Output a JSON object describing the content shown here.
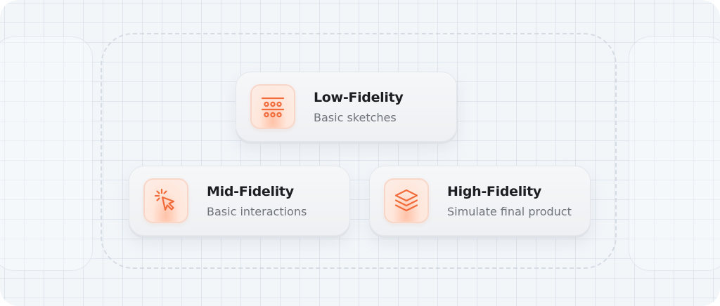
{
  "colors": {
    "accent": "#f26b3a",
    "title": "#1c1e22",
    "subtitle": "#6f747b",
    "background": "#f3f6f9"
  },
  "cards": [
    {
      "title": "Low-Fidelity",
      "subtitle": "Basic sketches",
      "icon": "grid-dots-icon"
    },
    {
      "title": "Mid-Fidelity",
      "subtitle": "Basic interactions",
      "icon": "cursor-click-icon"
    },
    {
      "title": "High-Fidelity",
      "subtitle": "Simulate final product",
      "icon": "layers-icon"
    }
  ]
}
